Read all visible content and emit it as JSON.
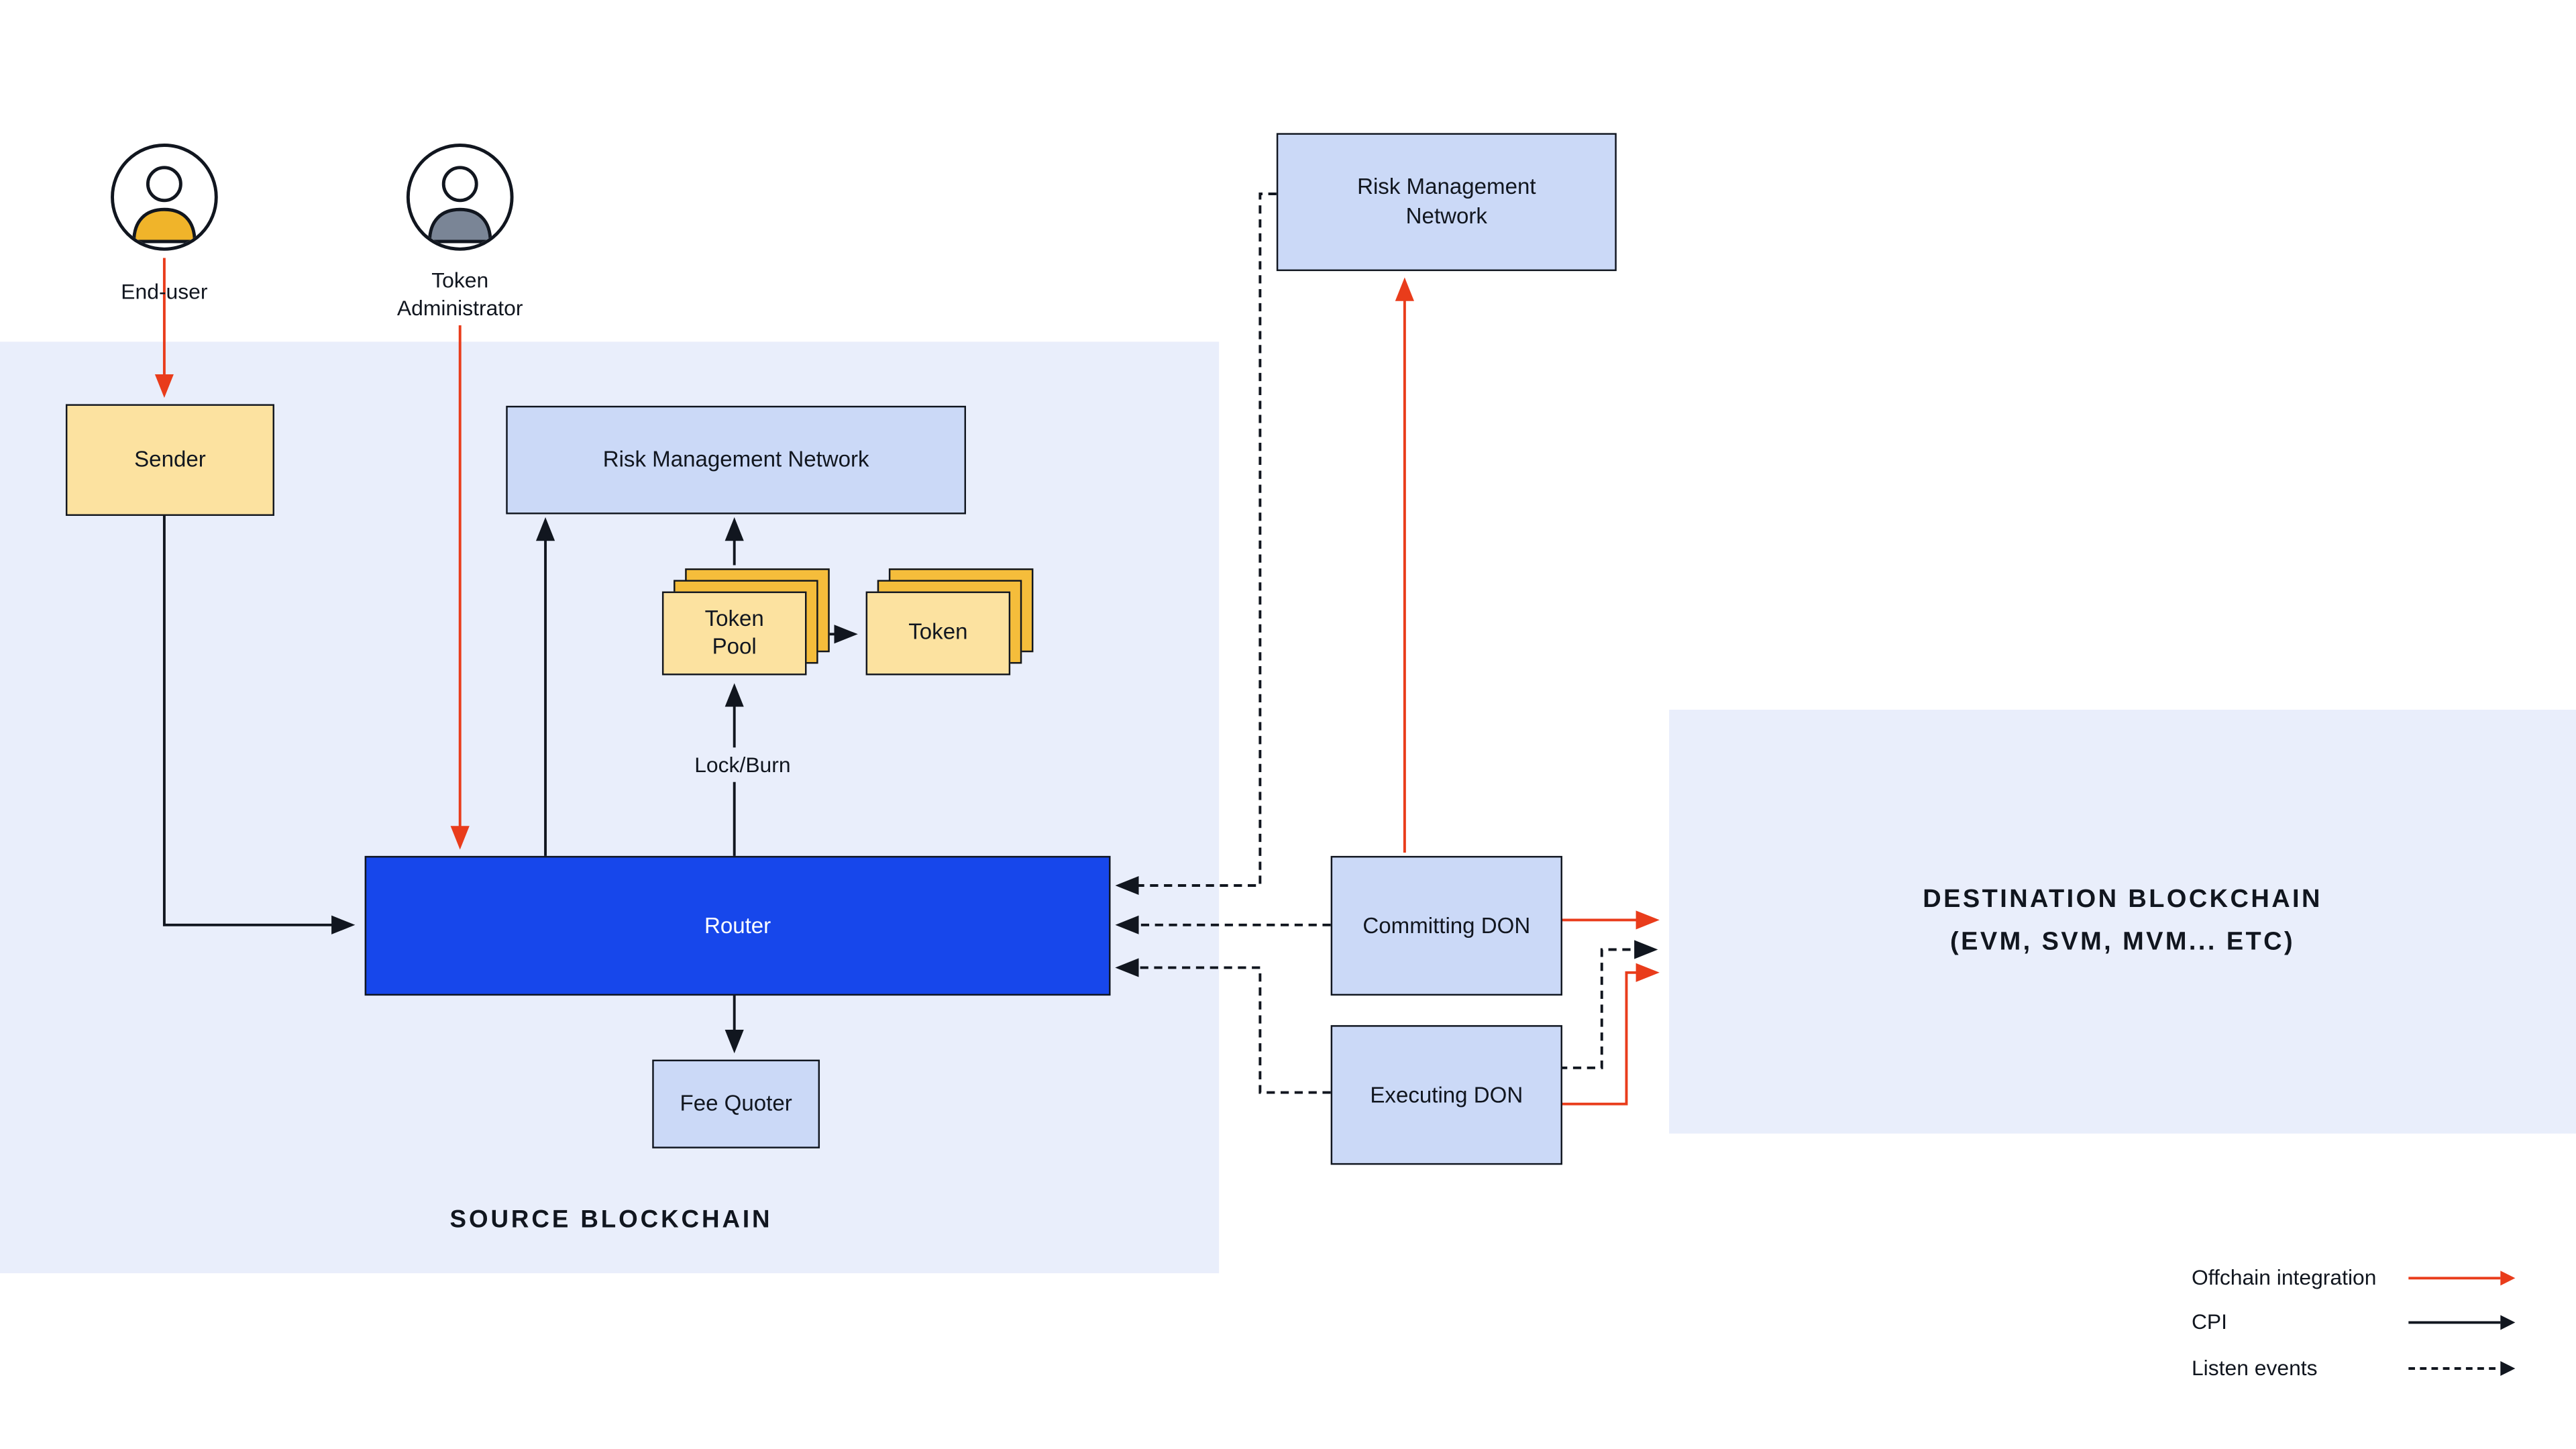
{
  "actors": {
    "end_user": {
      "label": "End-user"
    },
    "token_admin": {
      "label": "Token Administrator"
    }
  },
  "source": {
    "region_label": "SOURCE BLOCKCHAIN",
    "sender": "Sender",
    "risk_management": "Risk Management Network",
    "token_pool": "Token Pool",
    "token": "Token",
    "lock_burn": "Lock/Burn",
    "router": "Router",
    "fee_quoter": "Fee Quoter"
  },
  "offchain": {
    "risk_management_network": "Risk Management Network",
    "committing_don": "Committing DON",
    "executing_don": "Executing DON"
  },
  "destination": {
    "title": "DESTINATION BLOCKCHAIN",
    "subtitle": "(EVM, SVM, MVM... ETC)"
  },
  "legend": {
    "offchain_integration": "Offchain integration",
    "cpi": "CPI",
    "listen_events": "Listen events"
  },
  "colors": {
    "region_bg": "#E9EEFB",
    "box_blue": "#CBD9F7",
    "box_yellow": "#FCE2A0",
    "box_gold": "#F5BD3B",
    "router_blue": "#1747EB",
    "arrow_red": "#E93C1B",
    "ink": "#11161F",
    "avatar_gold": "#F0B42A",
    "avatar_gray": "#7A8596"
  }
}
